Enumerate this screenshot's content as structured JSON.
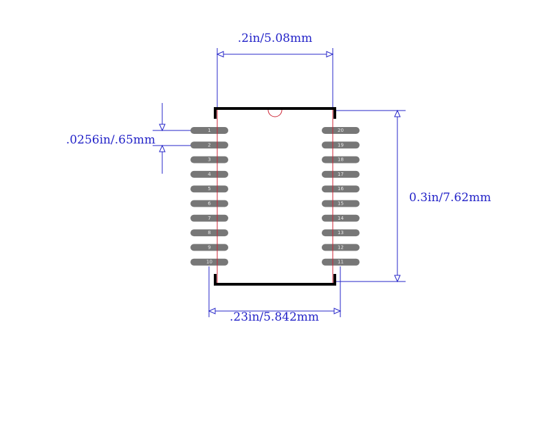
{
  "dimensions": {
    "top_width": ".2in/5.08mm",
    "pitch": ".0256in/.65mm",
    "height": "0.3in/7.62mm",
    "bottom_width": ".23in/5.842mm"
  },
  "pins_left": [
    "1",
    "2",
    "3",
    "4",
    "5",
    "6",
    "7",
    "8",
    "9",
    "10"
  ],
  "pins_right": [
    "20",
    "19",
    "18",
    "17",
    "16",
    "15",
    "14",
    "13",
    "12",
    "11"
  ],
  "colors": {
    "dimension": "#2323c8",
    "outline": "#cc2233",
    "body": "#000000",
    "pad": "#777777",
    "pad_text": "#e8e8e8"
  }
}
